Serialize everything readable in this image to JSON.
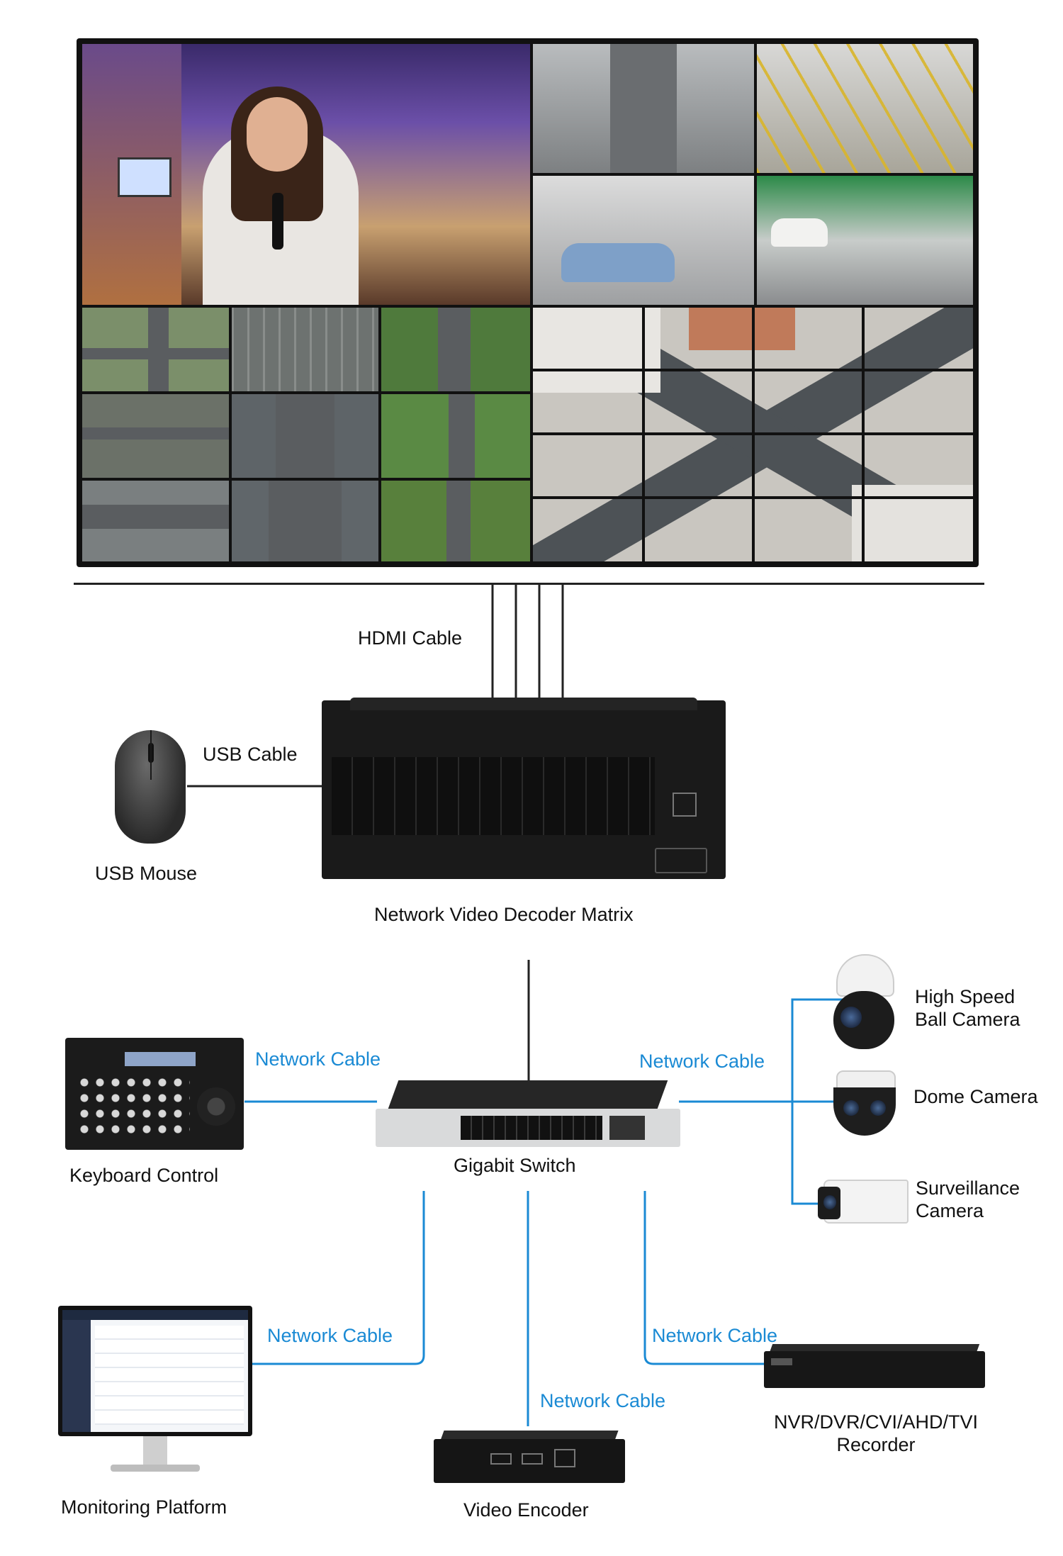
{
  "wall": {
    "anchor_scene": "news-reporter-in-station",
    "parking_scenes": 4,
    "traffic_scenes": 9,
    "aerial_scene": "aerial-intersection"
  },
  "labels": {
    "hdmi_cable": "HDMI Cable",
    "usb_cable": "USB Cable",
    "usb_mouse": "USB Mouse",
    "decoder_matrix": "Network Video Decoder Matrix",
    "high_speed_ball_camera_line1": "High Speed",
    "high_speed_ball_camera_line2": "Ball Camera",
    "dome_camera": "Dome Camera",
    "surveillance_camera_line1": "Surveillance",
    "surveillance_camera_line2": "Camera",
    "network_cable_keyboard": "Network Cable",
    "network_cable_cameras": "Network Cable",
    "keyboard_control": "Keyboard Control",
    "gigabit_switch": "Gigabit Switch",
    "network_cable_monitor": "Network Cable",
    "network_cable_recorder": "Network Cable",
    "network_cable_encoder": "Network Cable",
    "monitoring_platform": "Monitoring Platform",
    "video_encoder": "Video Encoder",
    "recorder_line1": "NVR/DVR/CVI/AHD/TVI",
    "recorder_line2": "Recorder"
  },
  "colors": {
    "network_cable": "#1a8ad4",
    "hdmi_usb_cable": "#222222",
    "device_body": "#1d1d1d"
  },
  "icons": {
    "mouse": "usb-mouse-icon",
    "decoder": "decoder-matrix-icon",
    "switch": "gigabit-switch-icon",
    "keyboard": "ptz-keyboard-icon",
    "ball_camera": "speed-dome-camera-icon",
    "dome_camera": "dome-camera-icon",
    "bullet_camera": "bullet-camera-icon",
    "monitor": "monitor-icon",
    "encoder": "video-encoder-icon",
    "recorder": "nvr-recorder-icon"
  }
}
